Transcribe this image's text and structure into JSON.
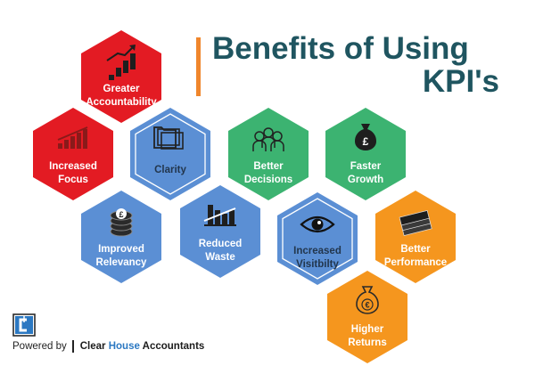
{
  "title": {
    "line1": "Benefits of Using",
    "line2": "KPI's"
  },
  "colors": {
    "title": "#1f5560",
    "accent": "#f0862c",
    "red": "#e31b23",
    "blue": "#5b8fd4",
    "green": "#3cb371",
    "orange": "#f5961e",
    "brand_blue": "#2b78c2"
  },
  "benefits": [
    {
      "label": [
        "Greater",
        "Accountability"
      ],
      "color": "red",
      "icon": "rising-bars-icon"
    },
    {
      "label": [
        "Increased",
        "Focus"
      ],
      "color": "red",
      "icon": "bar-growth-icon"
    },
    {
      "label": [
        "Clarity"
      ],
      "color": "blue",
      "icon": "folders-icon"
    },
    {
      "label": [
        "Better",
        "Decisions"
      ],
      "color": "green",
      "icon": "people-group-icon"
    },
    {
      "label": [
        "Faster",
        "Growth"
      ],
      "color": "green",
      "icon": "money-bag-icon"
    },
    {
      "label": [
        "Improved",
        "Relevancy"
      ],
      "color": "blue",
      "icon": "coin-stack-icon"
    },
    {
      "label": [
        "Reduced",
        "Waste"
      ],
      "color": "blue",
      "icon": "declining-bars-icon"
    },
    {
      "label": [
        "Increased",
        "Visitbilty"
      ],
      "color": "blue",
      "icon": "eye-icon"
    },
    {
      "label": [
        "Better",
        "Performance"
      ],
      "color": "orange",
      "icon": "cash-stack-icon"
    },
    {
      "label": [
        "Higher",
        "Returns"
      ],
      "color": "orange",
      "icon": "euro-bag-icon"
    }
  ],
  "footer": {
    "powered_by": "Powered by",
    "brand_part1": "Clear",
    "brand_part2": "House",
    "brand_part3": "Accountants",
    "logo_icon": "clear-house-logo-icon"
  }
}
